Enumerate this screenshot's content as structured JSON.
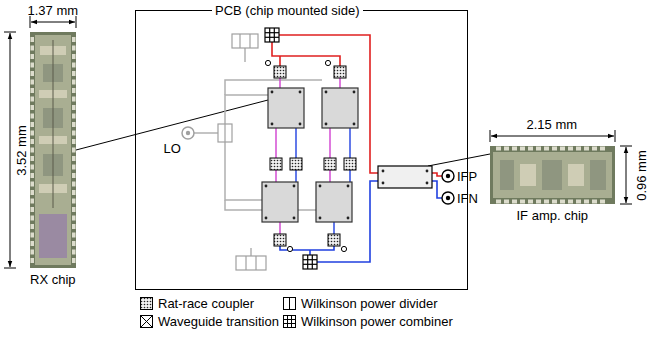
{
  "diagram": {
    "nodes": [
      {
        "text": [
          "RX chip"
        ]
      },
      {
        "text": [
          "PCB (chip mounted side)"
        ]
      },
      {
        "text": [
          "IF amp. chip"
        ]
      }
    ],
    "labels": [
      "1.37 mm",
      "3.52 mm",
      "LO",
      "IFP",
      "IFN",
      "2.15 mm",
      "0.96 mm"
    ],
    "legend": [
      {
        "text": "Rat-race coupler"
      },
      {
        "text": "Wilkinson power divider"
      },
      {
        "text": "Waveguide transition"
      },
      {
        "text": "Wilkinson power combiner"
      }
    ]
  }
}
